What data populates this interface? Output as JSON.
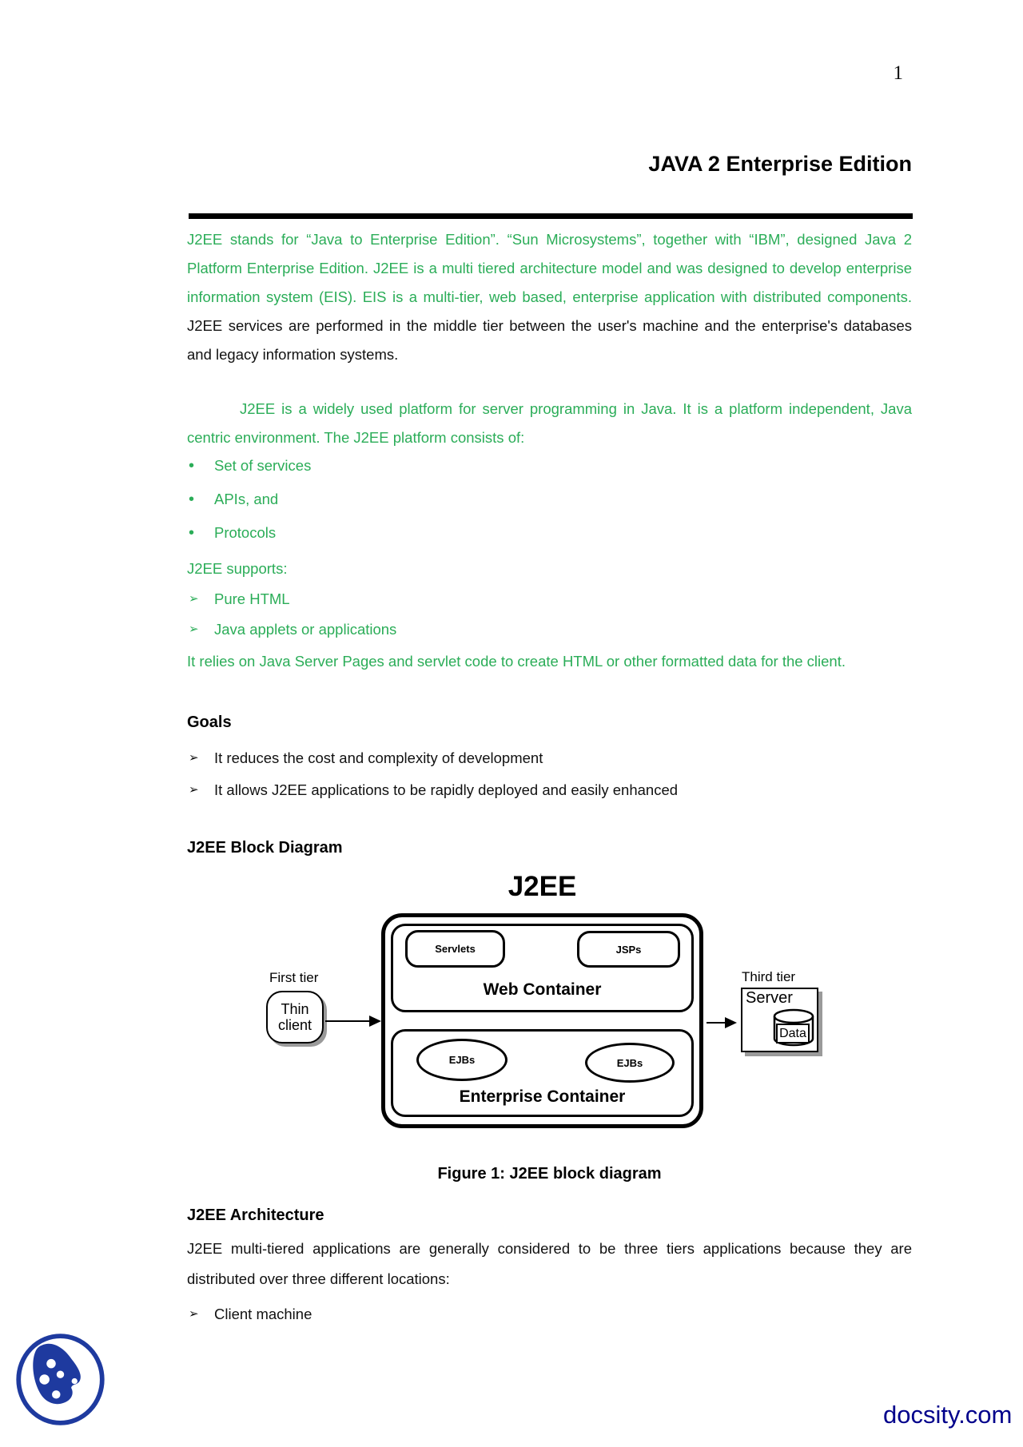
{
  "page": {
    "number": "1"
  },
  "header": {
    "title": "JAVA 2 Enterprise Edition"
  },
  "icons": {
    "dot": "•",
    "arrow": "➢"
  },
  "colors": {
    "green": "#2BAD58",
    "navy": "#00008B",
    "logo_blue": "#1e3a9f"
  },
  "intro": {
    "green1": "J2EE stands for “Java to Enterprise Edition”. “Sun Microsystems”, together with “IBM”, designed Java 2 Platform Enterprise Edition. J2EE is a multi tiered architecture model and was designed to develop enterprise information system (EIS). EIS is a multi-tier, web based, enterprise application with distributed components.",
    "black1": "J2EE services are performed in the middle tier between the user's machine and the enterprise's databases and legacy information systems.",
    "green2": "J2EE is a widely used platform for server programming in Java. It is a platform independent, Java centric environment. The J2EE platform consists of:",
    "platform_items": [
      "Set of services",
      "APIs, and",
      "Protocols"
    ],
    "supports_label": "J2EE supports:",
    "supports_items": [
      "Pure HTML",
      "Java applets or applications"
    ],
    "relies": "It relies on Java Server Pages and servlet code to create HTML or other formatted data for the client."
  },
  "goals": {
    "heading": "Goals",
    "items": [
      "It reduces the cost and complexity of development",
      "It allows J2EE applications to be rapidly deployed and easily enhanced"
    ]
  },
  "block_diagram": {
    "heading": "J2EE Block Diagram",
    "title": "J2EE",
    "first_tier_label": "First tier",
    "thin_client": "Thin client",
    "web_container": "Web Container",
    "servlets": "Servlets",
    "jsps": "JSPs",
    "enterprise_container": "Enterprise Container",
    "ejbs_left": "EJBs",
    "ejbs_right": "EJBs",
    "third_tier_label": "Third tier",
    "server": "Server",
    "data": "Data",
    "caption": "Figure 1: J2EE block diagram"
  },
  "architecture": {
    "heading": "J2EE Architecture",
    "body": "J2EE multi-tiered applications are generally considered to be three tiers applications because they are distributed over three different locations:",
    "items": [
      "Client machine"
    ]
  },
  "footer": {
    "brand": "docsity.com"
  }
}
